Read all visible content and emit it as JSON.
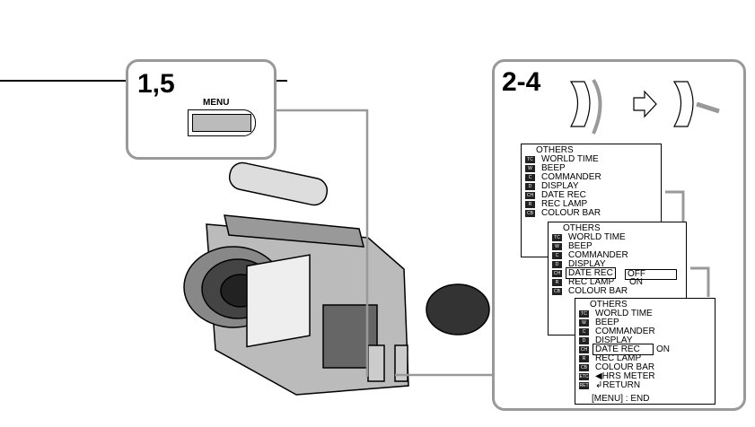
{
  "step_a": {
    "label": "1,5",
    "button_label": "MENU"
  },
  "step_b": {
    "label": "2-4"
  },
  "menu": {
    "title": "OTHERS",
    "items": [
      "WORLD TIME",
      "BEEP",
      "COMMANDER",
      "DISPLAY",
      "DATE REC",
      "REC LAMP",
      "COLOUR BAR",
      "HRS METER",
      "RETURN"
    ],
    "icons": [
      "TC",
      "W",
      "C",
      "D",
      "CH",
      "R",
      "CB",
      "ETC",
      "RET"
    ],
    "footer": "[MENU] : END",
    "option_off": "OFF",
    "option_on": "ON",
    "selected_value": "ON"
  }
}
